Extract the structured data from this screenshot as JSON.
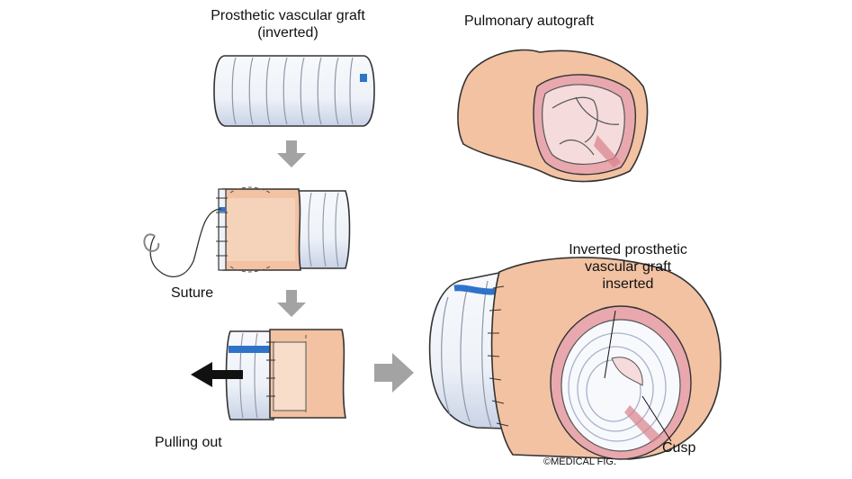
{
  "labels": {
    "graft_title_line1": "Prosthetic vascular graft",
    "graft_title_line2": "(inverted)",
    "autograft_title": "Pulmonary autograft",
    "suture": "Suture",
    "pulling_out": "Pulling out",
    "inserted_line1": "Inverted prosthetic",
    "inserted_line2": "vascular graft",
    "inserted_line3": "inserted",
    "cusp": "Cusp",
    "copyright": "©MEDICAL FIG."
  },
  "colors": {
    "graft_white": "#eef2f8",
    "graft_shadow": "#c9d3e6",
    "graft_stripe": "#2f73c9",
    "tissue": "#f2c2a2",
    "tissue_dark": "#e7a98a",
    "inner_pink": "#e8a8ad",
    "outline": "#333333",
    "arrow_gray": "#a3a3a3"
  }
}
